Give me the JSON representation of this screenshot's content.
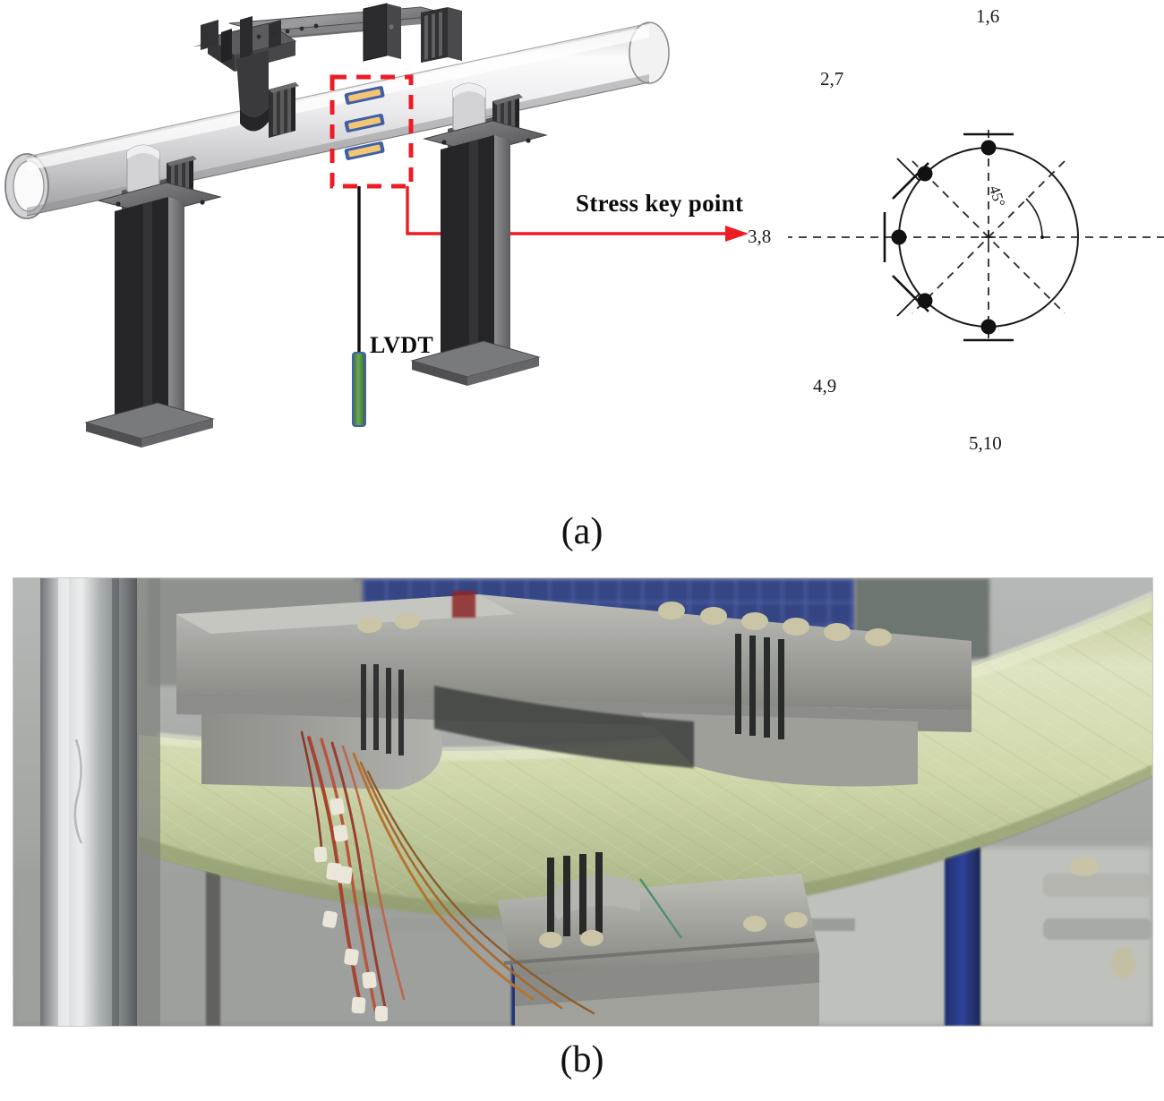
{
  "figure": {
    "panels": [
      {
        "id": "a",
        "caption": "(a)",
        "description": "3D CAD schematic of four-point bending test setup for a pipe with saddle supports, LVDT and strain gauge stress key points"
      },
      {
        "id": "b",
        "caption": "(b)",
        "description": "Photograph of the GFRP pipe bending test setup with saddle clamp supports and strain gauge wiring"
      }
    ],
    "captions": {
      "a": "(a)",
      "b": "(b)"
    }
  },
  "cad": {
    "annotations": {
      "stress_key_point": "Stress key point",
      "lvdt": "LVDT"
    },
    "components": {
      "pipe": "pipe-specimen",
      "loading_beam": "top-loading-beam",
      "saddle_supports": "saddle-support-clamp",
      "columns": "i-beam-column",
      "base_plates": "base-plate",
      "strain_gauges": "strain-gauge-array",
      "highlight_box": "red-dashed-detail-box"
    },
    "strain_gauge_count": 3,
    "colors": {
      "accent_red": "#ed1c24",
      "pipe_light": "#e9e9ea",
      "steel_dark": "#343434",
      "gauge_fill": "#f2c675",
      "gauge_border": "#3f5fa8",
      "lvdt_body": "#4e8c43"
    }
  },
  "cross_section": {
    "title": "pipe cross-section stress key points",
    "radius_note": "8 dashed radial axes at 45 degree spacing",
    "angle_label": "45°",
    "point_labels": {
      "top": "1,6",
      "upper_left": "2,7",
      "left": "3,8",
      "lower_left": "4,9",
      "bottom": "5,10"
    },
    "points": [
      {
        "label": "1,6",
        "angle_deg": 90,
        "tick": "horizontal"
      },
      {
        "label": "2,7",
        "angle_deg": 135,
        "tick": "diagonal"
      },
      {
        "label": "3,8",
        "angle_deg": 180,
        "tick": "vertical"
      },
      {
        "label": "4,9",
        "angle_deg": 225,
        "tick": "diagonal"
      },
      {
        "label": "5,10",
        "angle_deg": 270,
        "tick": "horizontal"
      }
    ],
    "colors": {
      "stroke": "#1a1a1a",
      "dash": "#2b2b2b"
    }
  },
  "photo": {
    "subject": "GFRP filament-wound pipe under bending test",
    "elements": [
      "steel-reaction-column",
      "concrete-saddle-support",
      "gfrp-pipe",
      "strain-gauge-wires",
      "load-frame-background"
    ],
    "colors": {
      "pipe_green": "#d9e0ac",
      "concrete_grey": "#a8a9a4",
      "steel_silver": "#b9bcbe",
      "frame_blue": "#27398f",
      "wire_red": "#b2462f"
    }
  }
}
